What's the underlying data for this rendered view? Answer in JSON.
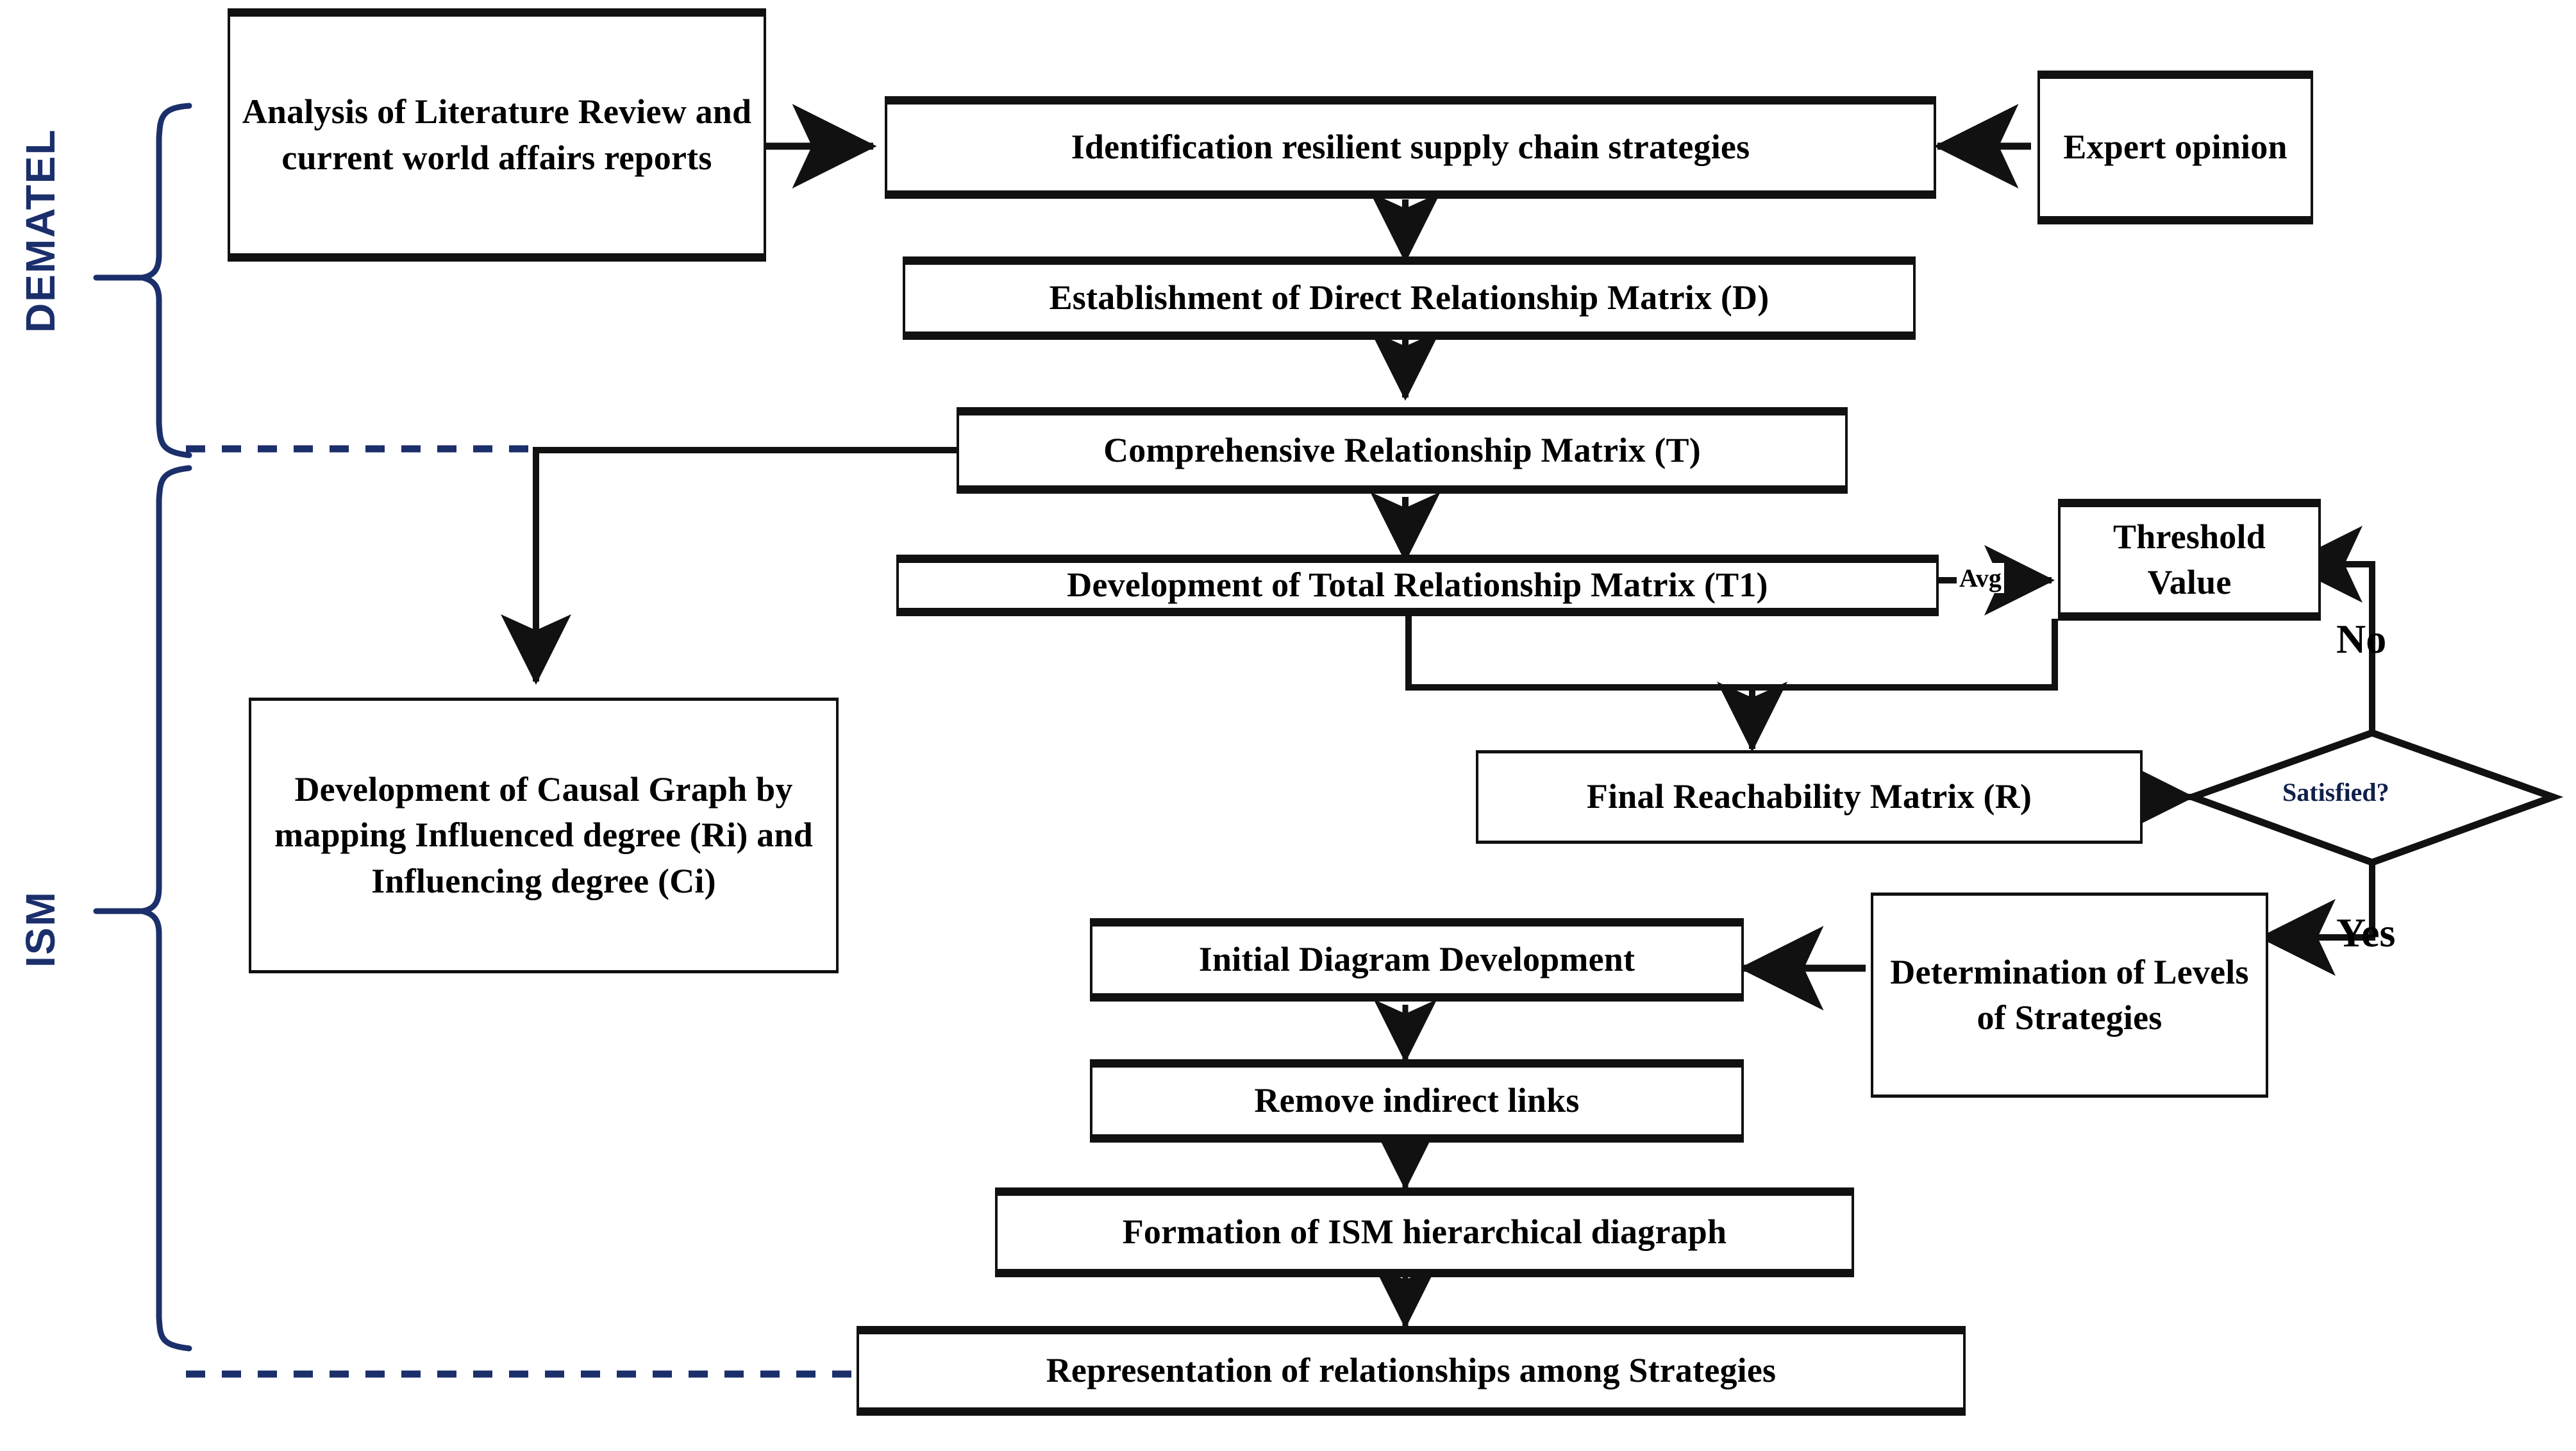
{
  "diagram": {
    "title": "DEMATEL and ISM integrated methodology flowchart",
    "phases": [
      {
        "id": "dematel",
        "label": "DEMATEL"
      },
      {
        "id": "ism",
        "label": "ISM"
      }
    ],
    "nodes": {
      "literature": "Analysis of Literature Review and current world affairs reports",
      "identification": "Identification resilient supply chain strategies",
      "expert": "Expert opinion",
      "direct_matrix": "Establishment of Direct Relationship Matrix (D)",
      "comprehensive_matrix": "Comprehensive Relationship Matrix (T)",
      "total_matrix": "Development of Total Relationship Matrix (T1)",
      "threshold": "Threshold Value",
      "causal_graph": "Development of Causal Graph by mapping Influenced degree (Ri) and Influencing degree (Ci)",
      "reachability": "Final Reachability Matrix (R)",
      "decision": "Satisfied?",
      "levels": "Determination of Levels of Strategies",
      "initial_diagram": "Initial Diagram Development",
      "remove_links": "Remove indirect links",
      "ism_digraph": "Formation of ISM hierarchical diagraph",
      "representation": "Representation of relationships among Strategies"
    },
    "edge_labels": {
      "avg": "Avg",
      "no": "No",
      "yes": "Yes"
    },
    "colors": {
      "line": "#111111",
      "brace": "#1b2f6b",
      "label": "#1b2f6b",
      "background": "#ffffff"
    }
  }
}
